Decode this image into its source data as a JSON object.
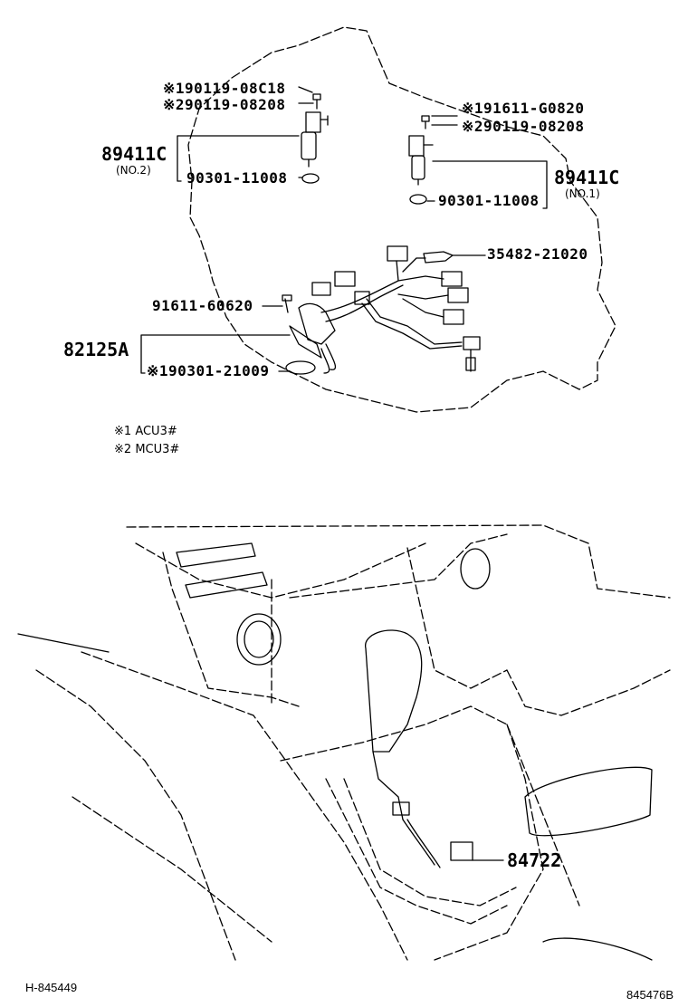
{
  "upper_diagram": {
    "sensor_no2": {
      "callout_1": {
        "mark": "※1",
        "part": "90119-08C18"
      },
      "callout_2": {
        "mark": "※2",
        "part": "90119-08208"
      },
      "assembly": "89411C",
      "assembly_note": "(NO.2)",
      "washer": "90301-11008"
    },
    "sensor_no1": {
      "callout_1": {
        "mark": "※1",
        "part": "91611-G0820"
      },
      "callout_2": {
        "mark": "※2",
        "part": "90119-08208"
      },
      "assembly": "89411C",
      "assembly_note": "(NO.1)",
      "washer": "90301-11008"
    },
    "clamp": "35482-21020",
    "bolt": "91611-60620",
    "wire_harness": "82125A",
    "oring": {
      "mark": "※1",
      "part": "90301-21009"
    }
  },
  "notes": [
    {
      "mark": "※1",
      "text": "ACU3#"
    },
    {
      "mark": "※2",
      "text": "MCU3#"
    }
  ],
  "lower_diagram": {
    "shift_switch": "84722"
  },
  "footer": {
    "left_code": "H-845449",
    "right_code": "845476B"
  }
}
